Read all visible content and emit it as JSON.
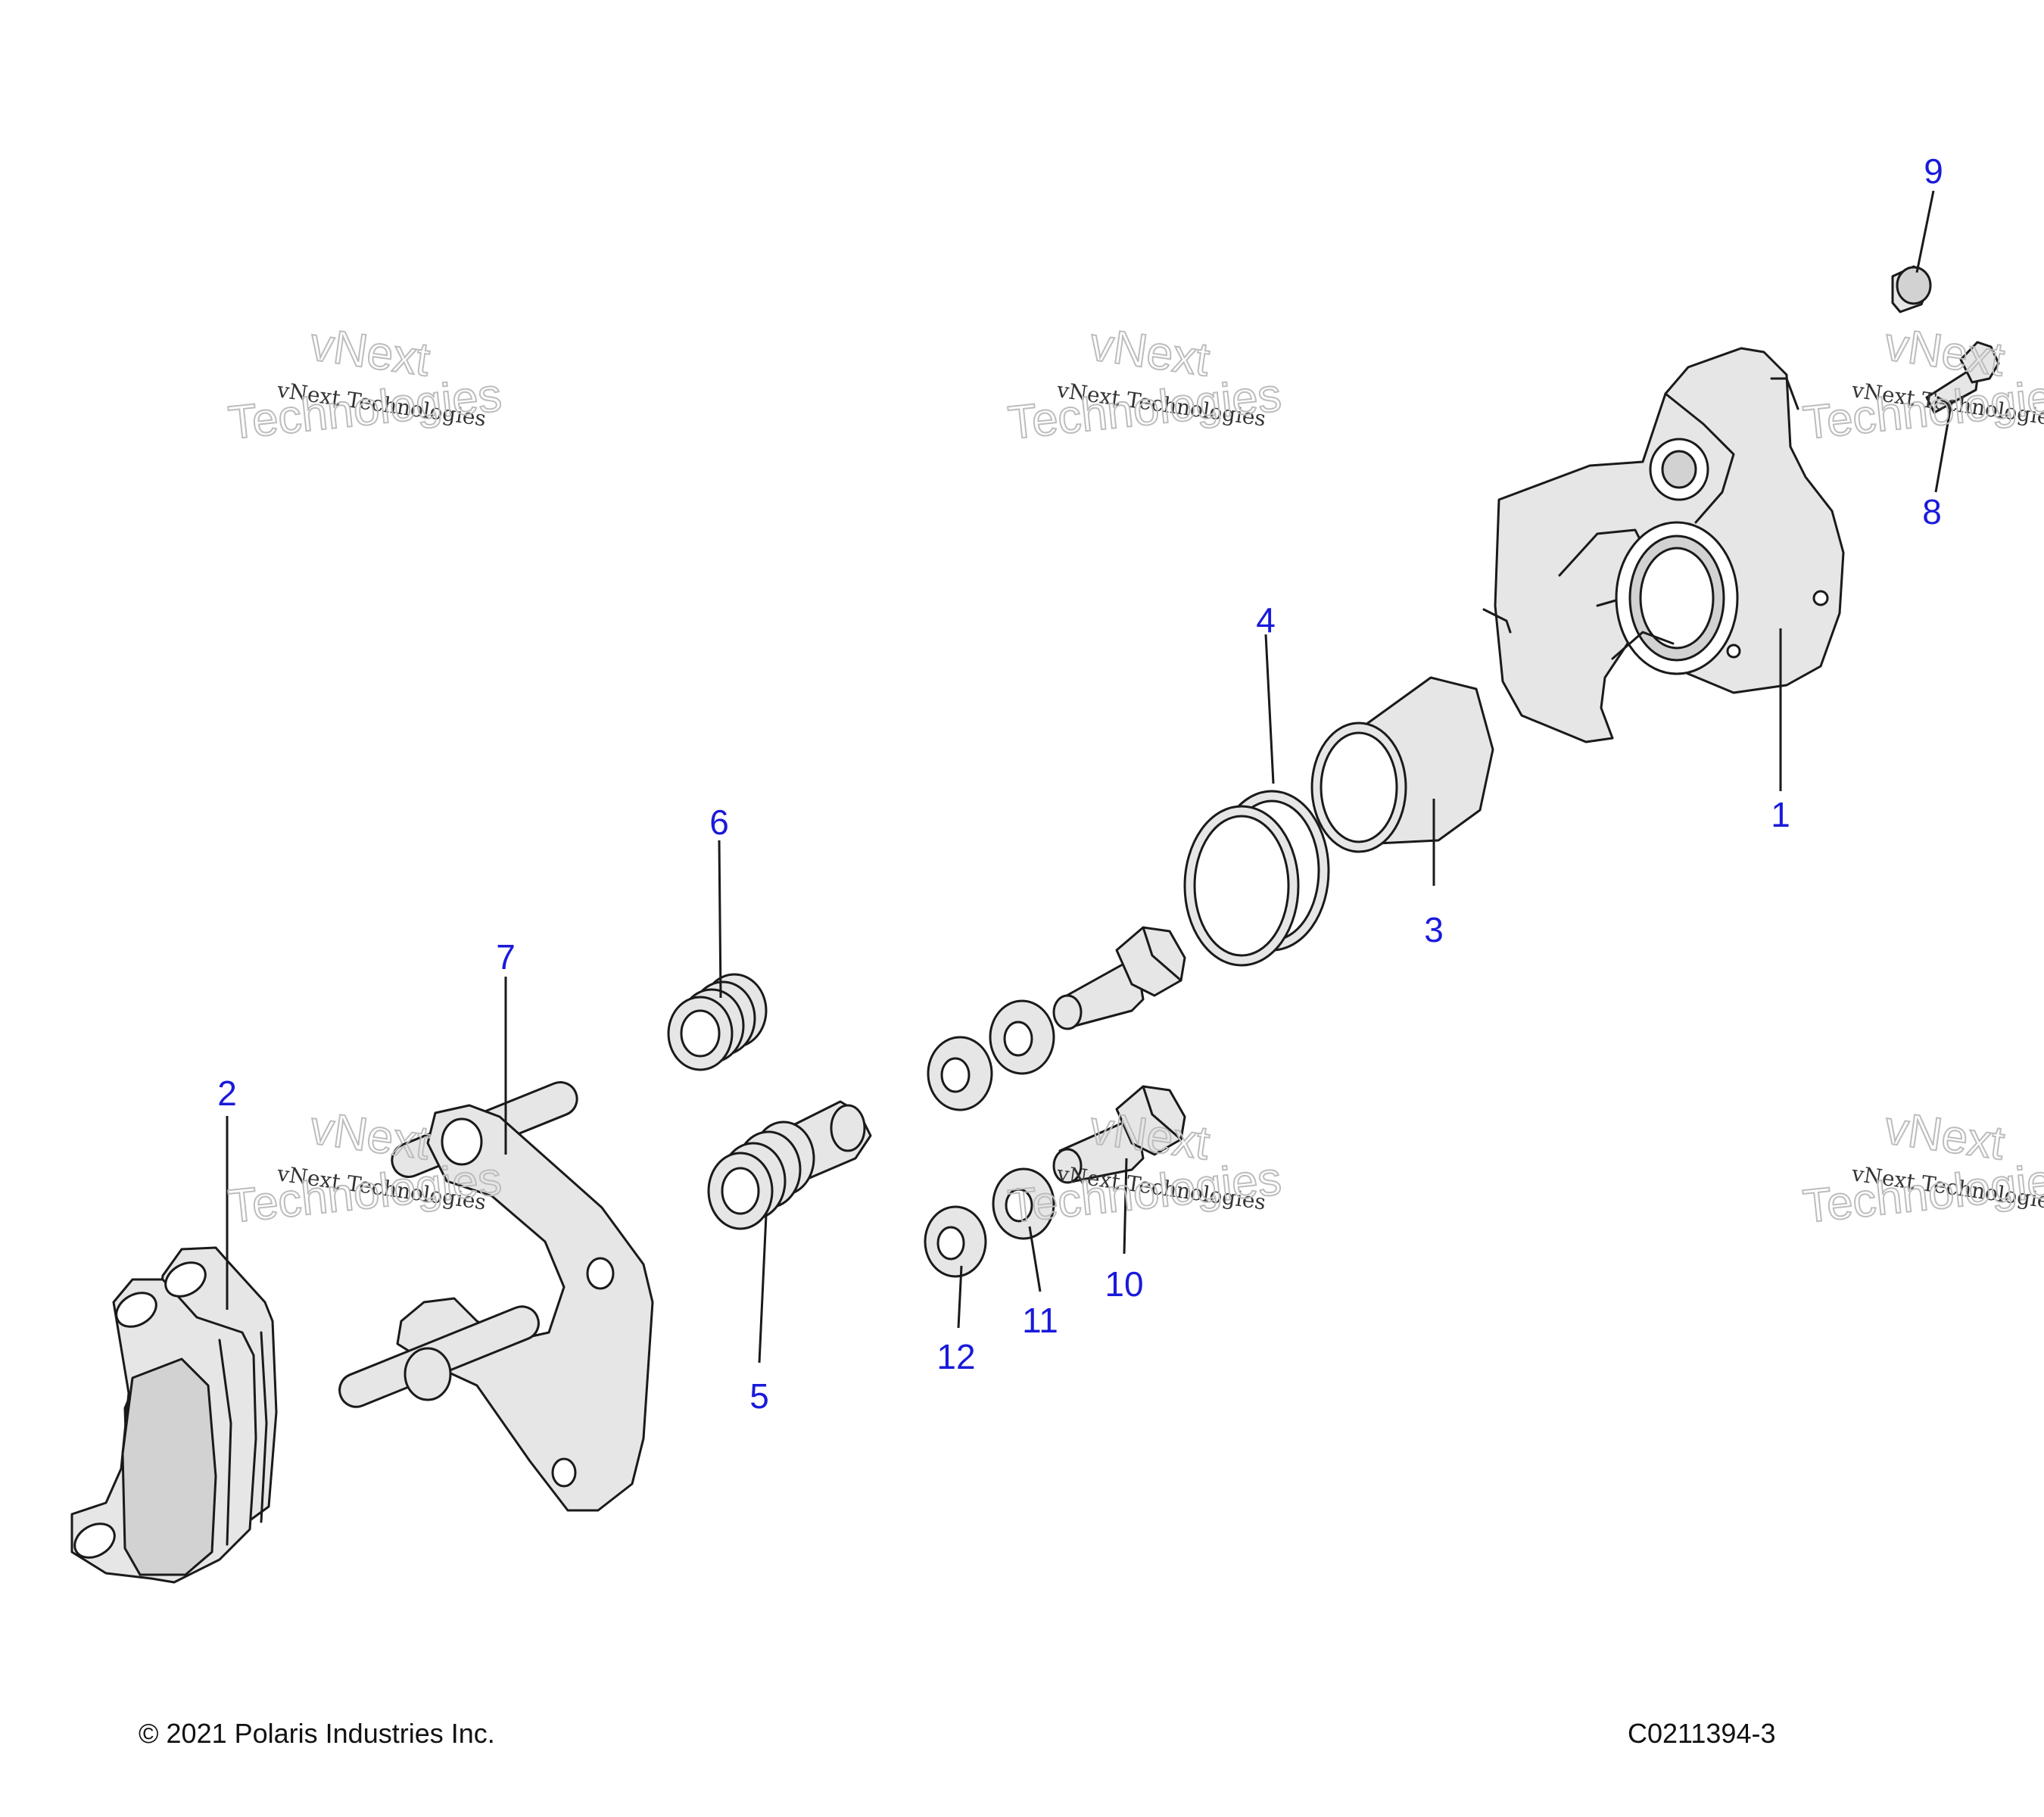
{
  "figure": {
    "copyright": "© 2021 Polaris Industries Inc.",
    "figure_id": "C0211394-3"
  },
  "callouts": [
    {
      "id": "1",
      "label": "1"
    },
    {
      "id": "2",
      "label": "2"
    },
    {
      "id": "3",
      "label": "3"
    },
    {
      "id": "4",
      "label": "4"
    },
    {
      "id": "5",
      "label": "5"
    },
    {
      "id": "6",
      "label": "6"
    },
    {
      "id": "7",
      "label": "7"
    },
    {
      "id": "8",
      "label": "8"
    },
    {
      "id": "9",
      "label": "9"
    },
    {
      "id": "10",
      "label": "10"
    },
    {
      "id": "11",
      "label": "11"
    },
    {
      "id": "12",
      "label": "12"
    }
  ],
  "watermark": {
    "line1": "vNext",
    "line2": "vNext Technologies",
    "line3": "Technologies"
  },
  "colors": {
    "callout": "#1a1adb",
    "outline": "#1a1a1a",
    "fill": "#e6e6e6"
  }
}
